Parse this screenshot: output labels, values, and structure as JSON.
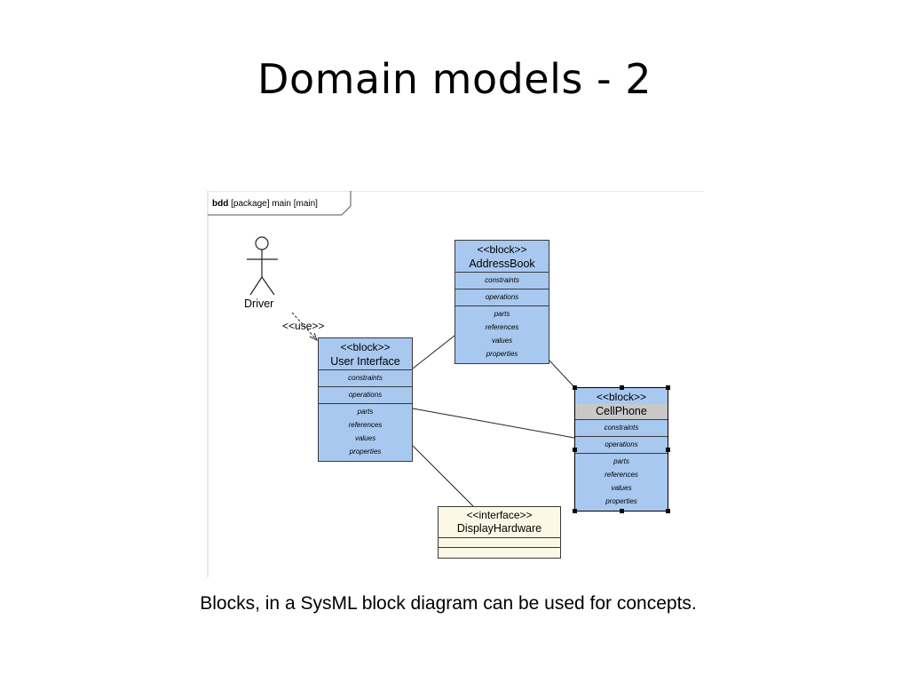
{
  "slide": {
    "title": "Domain models - 2",
    "caption": "Blocks, in a SysML block diagram can be used for concepts."
  },
  "diagram": {
    "frame": {
      "kind": "bdd",
      "context": "[package] main [main]"
    },
    "actor": {
      "name": "Driver",
      "relation": "<<use>>"
    },
    "compartments": [
      "constraints",
      "operations"
    ],
    "features": [
      "parts",
      "references",
      "values",
      "properties"
    ],
    "blocks": {
      "address_book": {
        "stereotype": "<<block>>",
        "name": "AddressBook"
      },
      "user_interface": {
        "stereotype": "<<block>>",
        "name": "User Interface"
      },
      "cell_phone": {
        "stereotype": "<<block>>",
        "name": "CellPhone"
      }
    },
    "interface": {
      "stereotype": "<<interface>>",
      "name": "DisplayHardware"
    },
    "colors": {
      "block_fill": "#a8c8ef",
      "interface_fill": "#fbf8e6",
      "selected_name_fill": "#c8c8c8"
    }
  }
}
